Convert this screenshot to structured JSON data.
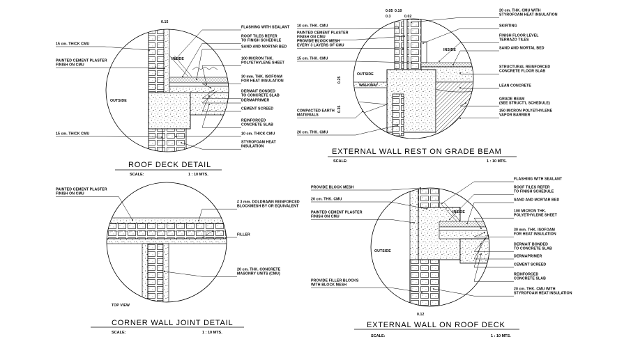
{
  "colors": {
    "ink": "#000000",
    "paper": "#ffffff"
  },
  "roof_deck": {
    "title": "ROOF DECK DETAIL",
    "scale_label": "SCALE:",
    "scale_value": "1 : 10 MTS.",
    "dim_top": "0.15",
    "inside": "INSIDE",
    "outside": "OUTSIDE",
    "left_labels": [
      {
        "lines": [
          "15 cm. THICK CMU"
        ]
      },
      {
        "lines": [
          "PAINTED CEMENT PLASTER",
          "FINISH ON CMU"
        ]
      },
      {
        "lines": [
          "15 cm. THICK CMU"
        ]
      }
    ],
    "right_labels": [
      {
        "lines": [
          "FLASHING WITH SEALANT"
        ]
      },
      {
        "lines": [
          "ROOF TILES REFER",
          "TO FINISH SCHEDULE"
        ]
      },
      {
        "lines": [
          "SAND AND MORTAR BED"
        ]
      },
      {
        "lines": [
          "100 MICRON THK.",
          "POLYETHYLENE SHEET"
        ]
      },
      {
        "lines": [
          "30 mm. THK. ISOFOAM",
          "FOR HEAT INSULATION"
        ]
      },
      {
        "lines": [
          "DERMAIT BONDED",
          "TO CONCRETE SLAB"
        ]
      },
      {
        "lines": [
          "DERMAPRIMER"
        ]
      },
      {
        "lines": [
          "CEMENT SCREED"
        ]
      },
      {
        "lines": [
          "REINFORCED",
          "CONCRETE SLAB"
        ]
      },
      {
        "lines": [
          "10 cm. THICK CMU"
        ]
      },
      {
        "lines": [
          "STYROFOAM HEAT",
          "INSULATION"
        ]
      }
    ]
  },
  "grade_beam": {
    "title": "EXTERNAL WALL REST ON GRADE BEAM",
    "scale_label": "SCALE:",
    "scale_value": "1 : 10 MTS.",
    "dim_a": "0.05",
    "dim_b": "0.10",
    "dim_c": "0.3",
    "dim_d": "0.02",
    "dim_e": "0.25",
    "dim_f": "0.35",
    "inside": "INSIDE",
    "outside": "OUTSIDE",
    "walkway": "WALKWAY",
    "left_labels": [
      {
        "lines": [
          "10 cm. THK. CMU"
        ]
      },
      {
        "lines": [
          "PAINTED CEMENT PLASTER",
          "FINISH ON CMU"
        ]
      },
      {
        "lines": [
          "PROVIDE BLOCK MESH",
          "EVERY 3 LAYERS OF CMU"
        ]
      },
      {
        "lines": [
          "15 cm. THK. CMU"
        ]
      },
      {
        "lines": [
          "COMPACTED EARTH",
          "MATERIALS"
        ]
      },
      {
        "lines": [
          "20 cm. THK. CMU"
        ]
      }
    ],
    "right_labels": [
      {
        "lines": [
          "20 cm. THK. CMU WITH",
          "STYROFOAM HEAT INSULATION"
        ]
      },
      {
        "lines": [
          "SKIRTING"
        ]
      },
      {
        "lines": [
          "FINISH FLOOR LEVEL",
          "TERRAZO TILES"
        ]
      },
      {
        "lines": [
          "SAND AND MORTAL BED"
        ]
      },
      {
        "lines": [
          "STRUCTURAL REINFORCED",
          "CONCRETE FLOOR SLAB"
        ]
      },
      {
        "lines": [
          "LEAN CONCRETE"
        ]
      },
      {
        "lines": [
          "GRADE BEAM",
          "(SEE STRUCT'L SCHEDULE)"
        ]
      },
      {
        "lines": [
          "150 MICRON POLYETHYLENE",
          "VAPOR BARRIER"
        ]
      }
    ]
  },
  "corner_joint": {
    "title": "CORNER WALL JOINT DETAIL",
    "scale_label": "SCALE:",
    "scale_value": "1 : 10 MTS.",
    "top_view": "TOP VIEW",
    "left_labels": [
      {
        "lines": [
          "PAINTED CEMENT PLASTER",
          "FINISH ON CMU"
        ]
      }
    ],
    "right_labels": [
      {
        "lines": [
          "# 3 mm. DOLDRAWN REINFORCED",
          "BLOCKMESH BY OR EQUIVALENT"
        ]
      },
      {
        "lines": [
          "FILLER"
        ]
      },
      {
        "lines": [
          "20 cm. THK. CONCRETE",
          "MASONRY UNITS (CMU)"
        ]
      }
    ]
  },
  "roof_deck_wall": {
    "title": "EXTERNAL WALL ON ROOF DECK",
    "scale_label": "SCALE:",
    "scale_value": "1 : 10 MTS.",
    "dim_bottom": "0.12",
    "inside": "INSIDE",
    "outside": "OUTSIDE",
    "left_labels": [
      {
        "lines": [
          "PROVIDE BLOCK MESH"
        ]
      },
      {
        "lines": [
          "20 cm. THK. CMU"
        ]
      },
      {
        "lines": [
          "PAINTED CEMENT PLASTER",
          "FINISH ON CMU"
        ]
      },
      {
        "lines": [
          "PROVIDE FILLER BLOCKS",
          "WITH BLOCK MESH"
        ]
      }
    ],
    "right_labels": [
      {
        "lines": [
          "FLASHING WITH SEALANT"
        ]
      },
      {
        "lines": [
          "ROOF TILES REFER",
          "TO FINISH SCHEDULE"
        ]
      },
      {
        "lines": [
          "SAND AND MORTAR BED"
        ]
      },
      {
        "lines": [
          "100 MICRON THK.",
          "POLYETHYLENE SHEET"
        ]
      },
      {
        "lines": [
          "30 mm. THK. ISOFOAM",
          "FOR HEAT INSULATION"
        ]
      },
      {
        "lines": [
          "DERMAIT BONDED",
          "TO CONCRETE SLAB"
        ]
      },
      {
        "lines": [
          "DERMAPRIMER"
        ]
      },
      {
        "lines": [
          "CEMENT SCREED"
        ]
      },
      {
        "lines": [
          "REINFORCED",
          "CONCRETE SLAB"
        ]
      },
      {
        "lines": [
          "20 cm. THK. CMU WITH",
          "STYROFOAM HEAT INSULATION"
        ]
      }
    ]
  }
}
